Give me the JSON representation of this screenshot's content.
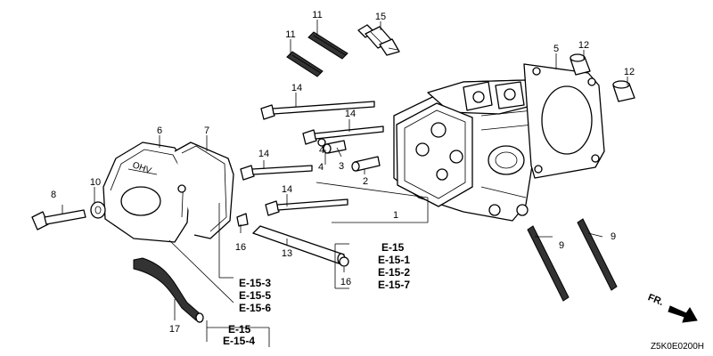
{
  "callouts": {
    "c1": "1",
    "c2": "2",
    "c3": "3",
    "c4a": "4",
    "c4b": "4",
    "c5": "5",
    "c6": "6",
    "c7": "7",
    "c8": "8",
    "c9a": "9",
    "c9b": "9",
    "c10": "10",
    "c11a": "11",
    "c11b": "11",
    "c12a": "12",
    "c12b": "12",
    "c13": "13",
    "c14a": "14",
    "c14b": "14",
    "c14c": "14",
    "c14d": "14",
    "c15": "15",
    "c16a": "16",
    "c16b": "16",
    "c17": "17"
  },
  "ref_groups": {
    "cover": [
      "E-15-3",
      "E-15-5",
      "E-15-6"
    ],
    "breather": [
      "E-15",
      "E-15-1",
      "E-15-2",
      "E-15-7"
    ],
    "tube": [
      "E-15",
      "E-15-4"
    ]
  },
  "cover_logo": "OHV",
  "front_marker": "FR.",
  "diagram_code": "Z5K0E0200H"
}
